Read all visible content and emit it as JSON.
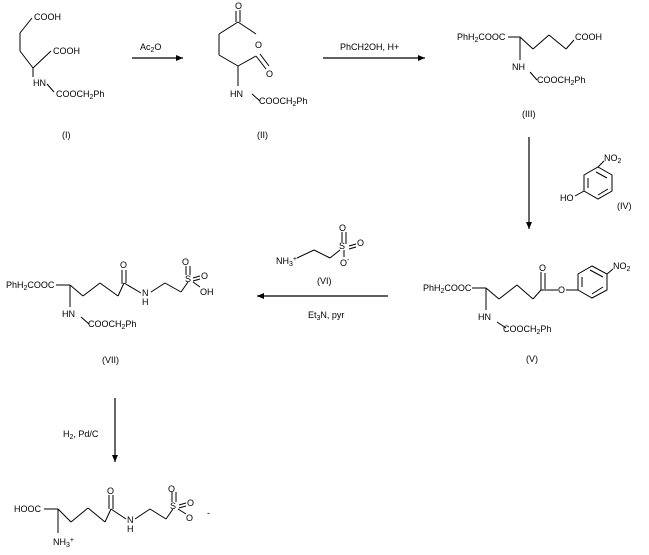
{
  "compounds": {
    "c1": {
      "label": "(I)",
      "groups": {
        "acid_top": "COOH",
        "acid_alpha": "COOH",
        "nh": "HN",
        "cbz_a": "COOCH",
        "cbz_sub": "2",
        "cbz_b": "Ph"
      }
    },
    "c2": {
      "label": "(II)",
      "groups": {
        "oxo1": "O",
        "ring_o": "O",
        "oxo2": "O",
        "nh": "HN",
        "cbz_a": "COOCH",
        "cbz_sub": "2",
        "cbz_b": "Ph"
      }
    },
    "c3": {
      "label": "(III)",
      "groups": {
        "bn_a": "PhH",
        "bn_sub": "2",
        "bn_b": "COOC",
        "acid": "COOH",
        "nh": "NH",
        "cbz_a": "COOCH",
        "cbz_sub": "2",
        "cbz_b": "Ph"
      }
    },
    "c4": {
      "label": "(IV)",
      "groups": {
        "oh": "HO",
        "no2_a": "NO",
        "no2_sub": "2"
      }
    },
    "c5": {
      "label": "(V)",
      "groups": {
        "bn_a": "PhH",
        "bn_sub": "2",
        "bn_b": "COOC",
        "oxo": "O",
        "ester_o": "O",
        "nh": "HN",
        "cbz_a": "COOCH",
        "cbz_sub": "2",
        "cbz_b": "Ph",
        "no2_a": "NO",
        "no2_sub": "2"
      }
    },
    "c6": {
      "label": "(VI)",
      "groups": {
        "nh3_a": "NH",
        "nh3_sub": "3",
        "nh3_sup": "+",
        "s": "S",
        "o1": "O",
        "o2": "O",
        "o3": "O",
        "o3_charge": "-"
      }
    },
    "c7": {
      "label": "(VII)",
      "groups": {
        "bn_a": "PhH",
        "bn_sub": "2",
        "bn_b": "COOC",
        "oxo": "O",
        "n": "N",
        "h": "H",
        "s": "S",
        "o1": "O",
        "o2": "O",
        "oh": "OH",
        "nh": "HN",
        "cbz_a": "COOCH",
        "cbz_sub": "2",
        "cbz_b": "Ph"
      }
    },
    "c8": {
      "groups": {
        "acid": "HOOC",
        "oxo": "O",
        "n": "N",
        "h": "H",
        "s": "S",
        "o1": "O",
        "o2": "O",
        "o3": "O",
        "o3_charge": "-",
        "nh3_a": "NH",
        "nh3_sub": "3",
        "nh3_sup": "+"
      }
    }
  },
  "reagents": {
    "r1": {
      "a": "Ac",
      "sub": "2",
      "b": "O"
    },
    "r2": {
      "text": "PhCH2OH, H+"
    },
    "r6": {
      "a": "Et",
      "sub": "3",
      "b": "N, pyr"
    },
    "r7": {
      "a": "H",
      "sub": "2",
      "b": ", Pd/C"
    }
  }
}
